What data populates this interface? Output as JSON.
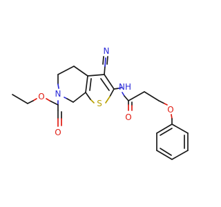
{
  "atoms": {
    "n_nitrile": "N",
    "n_ring": "N",
    "nh": "NH",
    "s_thiophene": "S",
    "o_ester_carbonyl": "O",
    "o_ester_link": "O",
    "o_amide": "O",
    "o_ether": "O"
  }
}
